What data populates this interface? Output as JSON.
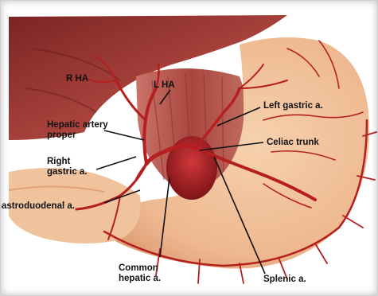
{
  "labels": {
    "r_ha": "R HA",
    "l_ha": "L HA",
    "hepatic_artery_proper": "Hepatic artery proper",
    "right_gastric": "Right gastric a.",
    "gastroduodenal": "Gastroduodenal a.",
    "common_hepatic": "Common hepatic a.",
    "left_gastric": "Left gastric a.",
    "celiac_trunk": "Celiac trunk",
    "splenic": "Splenic a."
  },
  "colors": {
    "liver": "#8a2f2a",
    "stomach": "#f2c29a",
    "stomach_shade": "#e3a57c",
    "artery": "#b51f1f",
    "aorta": "#9e1a1c",
    "muscle": "#a84a44",
    "label_line": "#111111"
  }
}
